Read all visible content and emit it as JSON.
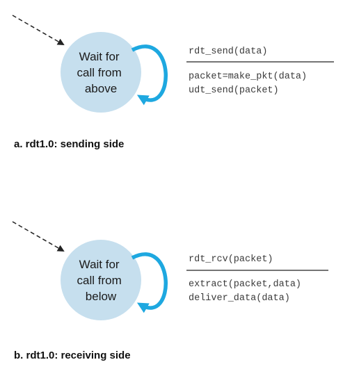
{
  "colors": {
    "state_fill": "#c6dfee",
    "loop_arrow": "#1ea8e0",
    "line": "#222222"
  },
  "sender": {
    "state_lines": [
      "Wait for",
      "call from",
      "above"
    ],
    "event": "rdt_send(data)",
    "actions": [
      "packet=make_pkt(data)",
      "udt_send(packet)"
    ],
    "caption": "a.  rdt1.0: sending side"
  },
  "receiver": {
    "state_lines": [
      "Wait for",
      "call from",
      "below"
    ],
    "event": "rdt_rcv(packet)",
    "actions": [
      "extract(packet,data)",
      "deliver_data(data)"
    ],
    "caption": "b.  rdt1.0: receiving side"
  }
}
